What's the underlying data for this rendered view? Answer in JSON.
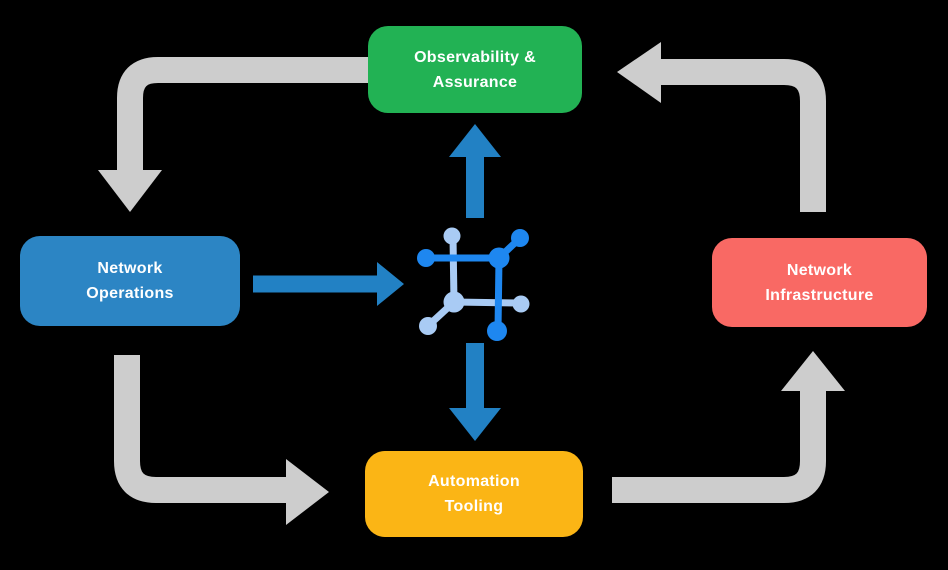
{
  "diagram": {
    "colors": {
      "background": "#000000",
      "box_green": "#22B254",
      "box_blue": "#2C85C4",
      "box_red": "#F96964",
      "box_yellow": "#FBB515",
      "box_text": "#FFFFFF",
      "arrow_gray": "#CDCDCD",
      "arrow_blue": "#2281C4",
      "icon_dark_blue": "#1E87F0",
      "icon_light_blue": "#A9CBF4"
    },
    "nodes": [
      {
        "id": "observability-assurance",
        "label": "Observability & Assurance",
        "position": "top",
        "color": "#22B254"
      },
      {
        "id": "network-operations",
        "label": "Network Operations",
        "position": "left",
        "color": "#2C85C4"
      },
      {
        "id": "network-infrastructure",
        "label": "Network Infrastructure",
        "position": "right",
        "color": "#F96964"
      },
      {
        "id": "automation-tooling",
        "label": "Automation Tooling",
        "position": "bottom",
        "color": "#FBB515"
      }
    ],
    "center_icon": {
      "name": "network-hub-icon"
    },
    "arrows": [
      {
        "from": "observability-assurance",
        "to": "network-operations",
        "style": "gray"
      },
      {
        "from": "network-operations",
        "to": "network-hub-icon",
        "style": "blue"
      },
      {
        "from": "network-hub-icon",
        "to": "observability-assurance",
        "style": "blue"
      },
      {
        "from": "network-hub-icon",
        "to": "automation-tooling",
        "style": "blue"
      },
      {
        "from": "network-operations",
        "to": "automation-tooling",
        "style": "gray"
      },
      {
        "from": "automation-tooling",
        "to": "network-infrastructure",
        "style": "gray"
      },
      {
        "from": "network-infrastructure",
        "to": "observability-assurance",
        "style": "gray"
      }
    ]
  }
}
